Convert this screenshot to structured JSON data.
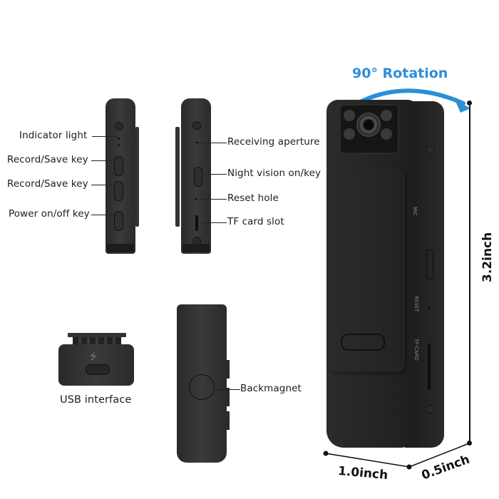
{
  "left_side_view": {
    "labels": [
      {
        "id": "indicator",
        "text": "Indicator light"
      },
      {
        "id": "record1",
        "text": "Record/Save key"
      },
      {
        "id": "record2",
        "text": "Record/Save key"
      },
      {
        "id": "power",
        "text": "Power on/off key"
      }
    ]
  },
  "right_side_view": {
    "labels": [
      {
        "id": "aperture",
        "text": "Receiving aperture"
      },
      {
        "id": "nightvision",
        "text": "Night vision on/key"
      },
      {
        "id": "reset",
        "text": "Reset hole"
      },
      {
        "id": "tfcard",
        "text": "TF card slot"
      }
    ]
  },
  "bottom_view": {
    "label": "USB interface"
  },
  "back_view": {
    "label": "Backmagnet"
  },
  "main_view": {
    "rotation_label": "90° Rotation",
    "side_markings": [
      "MIC",
      "RESET",
      "TF-CARD"
    ],
    "dimensions": {
      "height": "3.2inch",
      "width": "1.0inch",
      "depth": "0.5inch"
    }
  },
  "colors": {
    "accent": "#2c8fd6",
    "device": "#2e2e2e",
    "text": "#1c1c1c"
  }
}
